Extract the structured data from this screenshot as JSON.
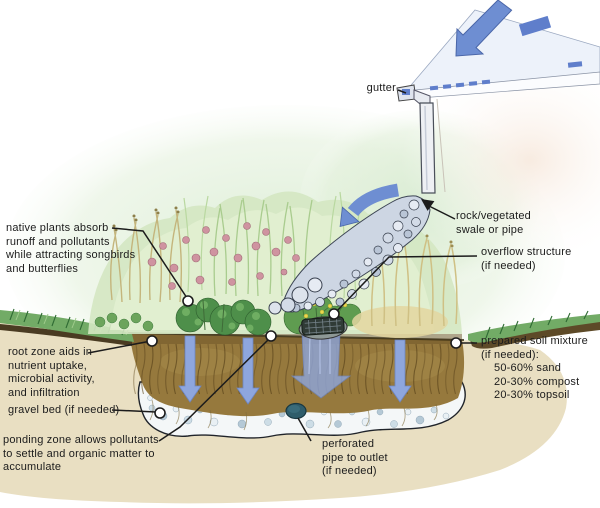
{
  "diagram": {
    "subject": "rain garden cross-section",
    "labels": {
      "gutter": "gutter",
      "native_plants": [
        "native plants absorb",
        "runoff and pollutants",
        "while attracting songbirds",
        "and butterflies"
      ],
      "root_zone": [
        "root zone aids in",
        "nutrient uptake,",
        "microbial activity,",
        "and infiltration"
      ],
      "gravel_bed": "gravel bed (if needed)",
      "ponding_zone": [
        "ponding zone allows pollutants",
        "to settle and organic matter to",
        "accumulate"
      ],
      "swale": [
        "rock/vegetated",
        "swale or pipe"
      ],
      "overflow": [
        "overflow structure",
        "(if needed)"
      ],
      "prepared_soil": [
        "prepared soil mixture",
        "(if needed):"
      ],
      "prepared_soil_mix": [
        "50-60% sand",
        "20-30% compost",
        "20-30% topsoil"
      ],
      "perforated_pipe": [
        "perforated",
        "pipe to outlet",
        "(if needed)"
      ]
    },
    "colors": {
      "water_arrow_blue": "#6e8ed2",
      "infiltration_blue": "#8ea6dd",
      "soil_brown": "#96793d",
      "ground_tan": "#e9dfc2",
      "grass_green": "#72ab66",
      "gravel_white": "#f4f7f8",
      "pipe_teal": "#2f5d6b",
      "label_text": "#1c1c1c",
      "flower_pink": "#cf93a0"
    }
  }
}
